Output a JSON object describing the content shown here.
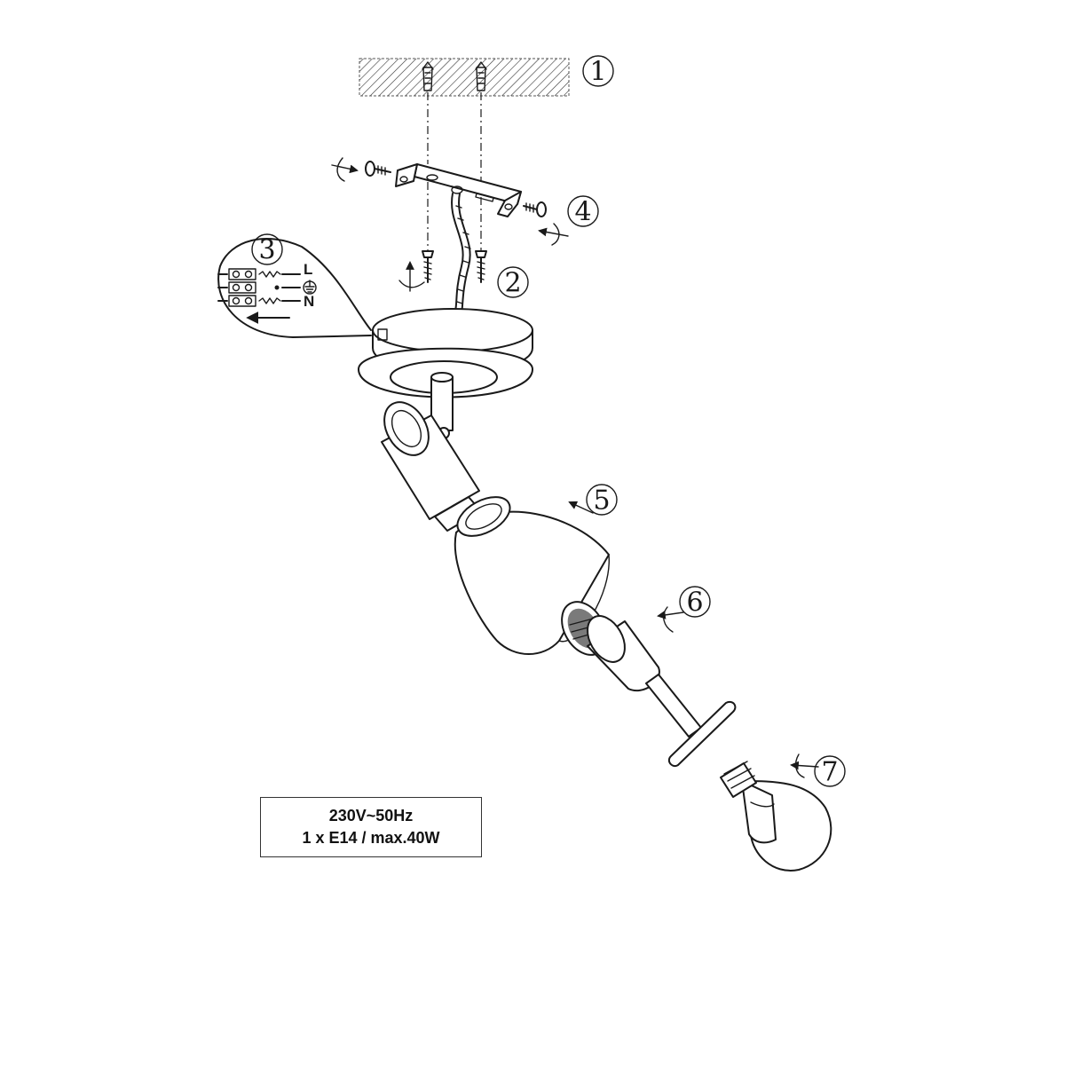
{
  "steps": [
    "1",
    "2",
    "3",
    "4",
    "5",
    "6",
    "7"
  ],
  "wiring": {
    "live": "L",
    "neutral": "N"
  },
  "specs": {
    "line1": "230V~50Hz",
    "line2": "1 x E14 / max.40W"
  },
  "icons": [
    "ceiling-anchor-icon",
    "mounting-screw-icon",
    "rotate-arrow-icon",
    "earth-symbol-icon",
    "wire-terminal-icon"
  ]
}
